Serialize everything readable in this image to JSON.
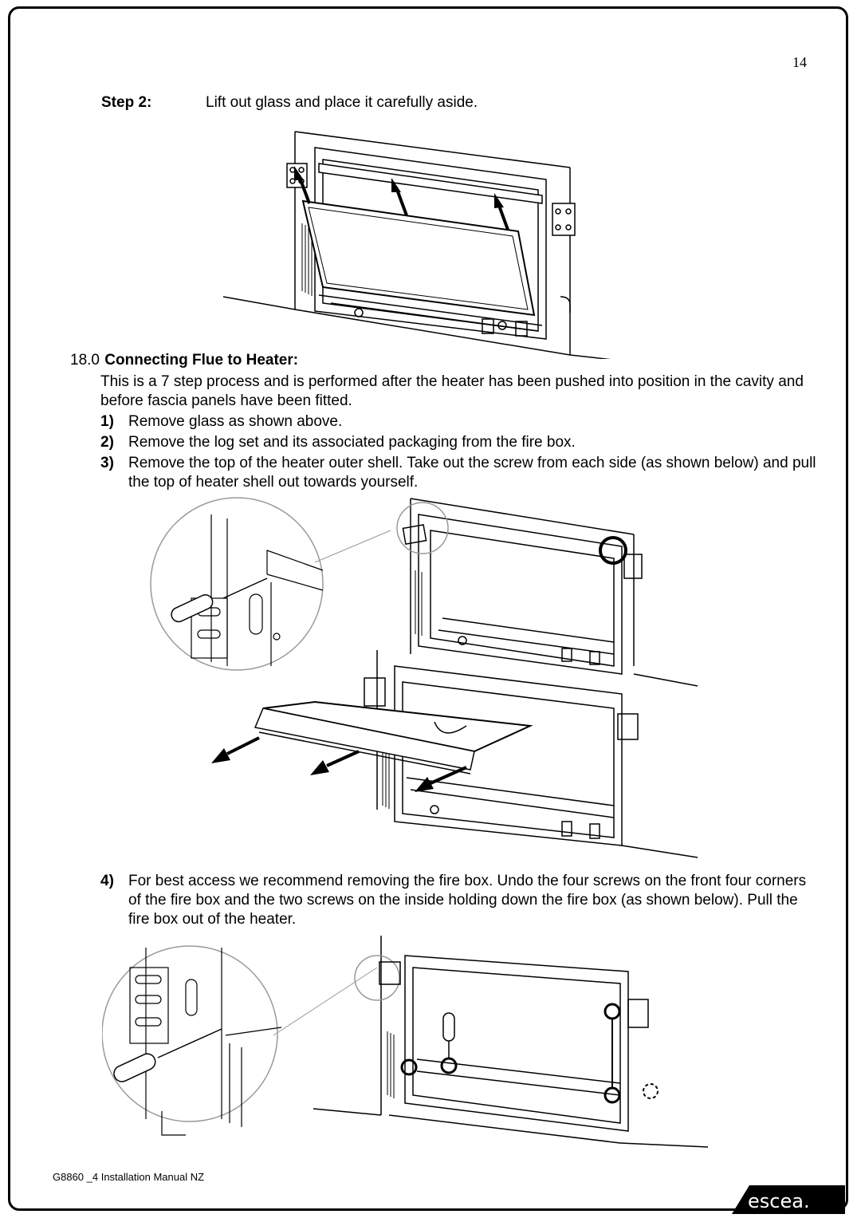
{
  "page": {
    "number": "14"
  },
  "step2": {
    "label": "Step 2:",
    "text": "Lift out glass and place it carefully aside."
  },
  "section": {
    "number": "18.0",
    "title": "Connecting Flue to Heater:",
    "intro": "This is a 7 step process and is performed after the heater has been pushed into position in the cavity and before fascia panels have been fitted.",
    "steps": [
      {
        "n": "1)",
        "text": "Remove glass as shown above."
      },
      {
        "n": "2)",
        "text": "Remove the log set and its associated packaging from the fire box."
      },
      {
        "n": "3)",
        "text": "Remove the top of the heater outer shell. Take out the screw from each side (as shown below) and pull the top of heater shell out towards yourself."
      },
      {
        "n": "4)",
        "text": "For best access we recommend removing the fire box. Undo the four screws on the front four corners of the fire box and the two screws on the inside holding down the fire box (as shown below). Pull the fire box out of the heater."
      }
    ]
  },
  "footer": {
    "doc": "G8860 _4 Installation Manual NZ",
    "brand": "escea."
  }
}
